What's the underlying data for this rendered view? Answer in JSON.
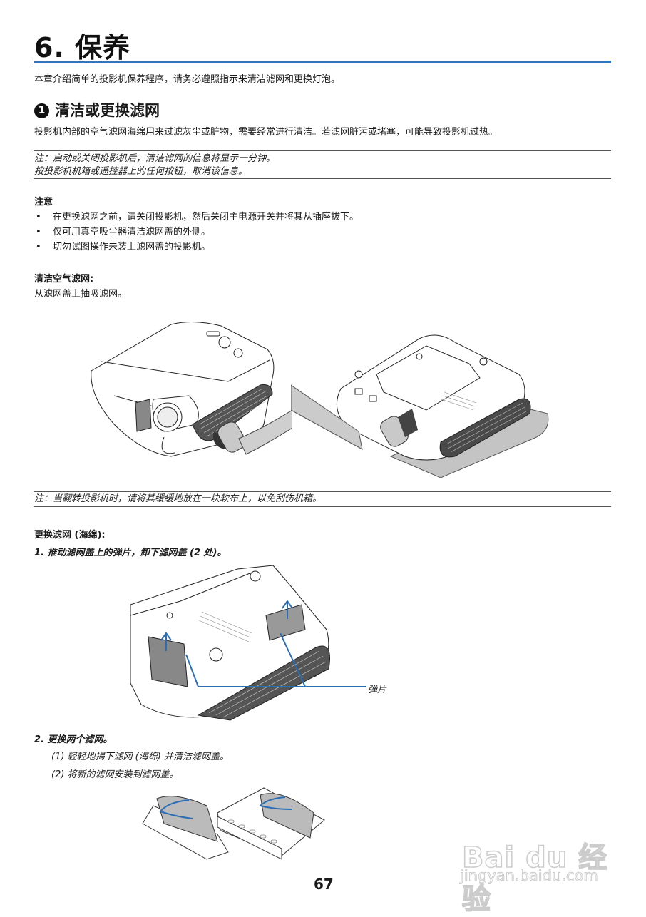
{
  "chapter": {
    "number": "6.",
    "title": "保养"
  },
  "intro": "本章介绍简单的投影机保养程序，请务必遵照指示来清洁滤网和更换灯泡。",
  "section": {
    "number": "1",
    "title": "清洁或更换滤网",
    "description": "投影机内部的空气滤网海绵用来过滤灰尘或脏物，需要经常进行清洁。若滤网脏污或堵塞，可能导致投影机过热。"
  },
  "note1": {
    "lines": [
      "注：启动或关闭投影机后，清洁滤网的信息将显示一分钟。",
      "按投影机机箱或遥控器上的任何按钮，取消该信息。"
    ]
  },
  "caution": {
    "heading": "注意",
    "bullet_glyph": "•",
    "items": [
      "在更换滤网之前，请关闭投影机，然后关闭主电源开关并将其从插座拔下。",
      "仅可用真空吸尘器清洁滤网盖的外侧。",
      "切勿试图操作未装上滤网盖的投影机。"
    ]
  },
  "cleaning": {
    "heading": "清洁空气滤网:",
    "description": "从滤网盖上抽吸滤网。"
  },
  "note2": {
    "text": "注：当翻转投影机时，请将其缓缓地放在一块软布上，以免刮伤机箱。"
  },
  "replace": {
    "heading": "更换滤网 (海绵):",
    "step1": "1.  推动滤网盖上的弹片，卸下滤网盖 (2 处)。",
    "tab_label": "弹片",
    "step2": "2.  更换两个滤网。",
    "substeps": [
      "(1) 轻轻地揭下滤网 (海绵) 并清洁滤网盖。",
      "(2) 将新的滤网安装到滤网盖。"
    ]
  },
  "page_number": "67",
  "watermark": {
    "logo": "Bai du 经验",
    "url": "jingyan.baidu.com"
  },
  "colors": {
    "accent_rule": "#2f76c0",
    "callout_line": "#2a6db5"
  }
}
